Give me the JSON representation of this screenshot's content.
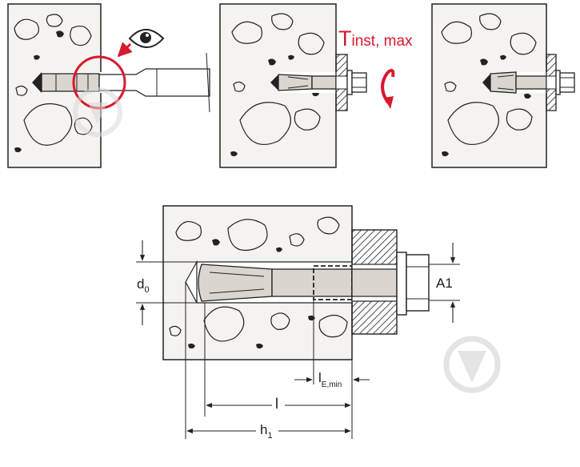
{
  "colors": {
    "accent_red": "#d7192d",
    "concrete": "#f4f3ef",
    "outline": "#222222",
    "anchor_fill": "#dad6cf",
    "watermark": "#d9d9d9"
  },
  "panels": {
    "step1": {
      "icons": [
        "eye-icon",
        "magnifier-circle-icon",
        "arrow-icon"
      ]
    },
    "step2": {
      "torque_label_main": "T",
      "torque_label_sub": "inst, max",
      "icons": [
        "rotation-arrow-icon"
      ]
    },
    "step3": {}
  },
  "dimensions": {
    "d0_main": "d",
    "d0_sub": "0",
    "a1": "A1",
    "le_min_main": "l",
    "le_min_sub": "E,min",
    "l": "l",
    "h1_main": "h",
    "h1_sub": "1"
  },
  "watermarks": [
    "watermark-icon",
    "watermark-icon"
  ]
}
